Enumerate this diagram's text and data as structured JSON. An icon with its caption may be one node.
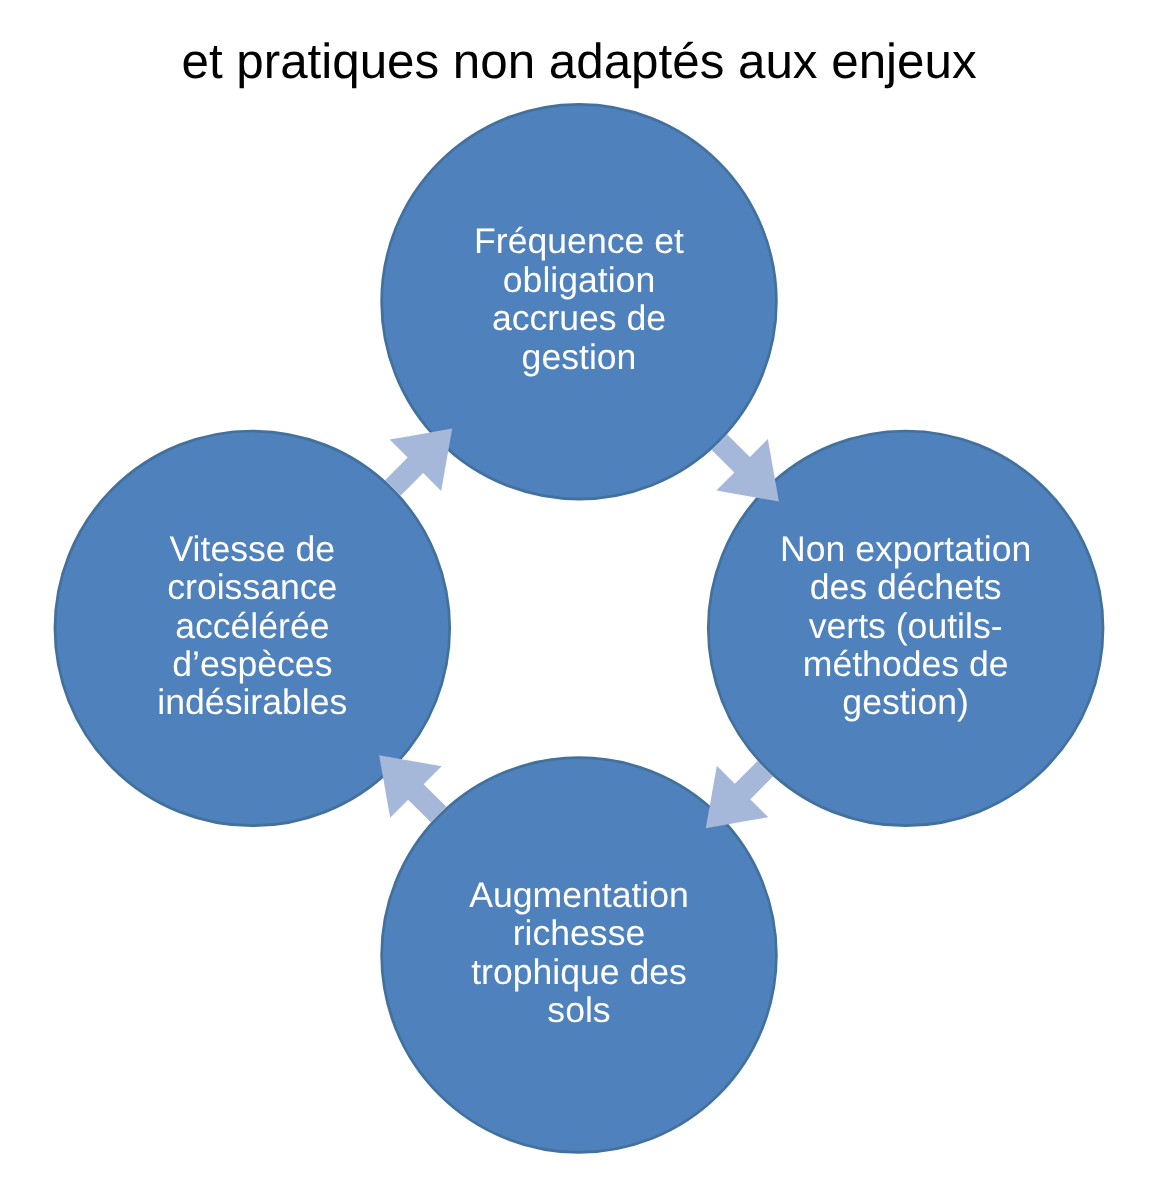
{
  "diagram": {
    "title": "et pratiques non adaptés aux enjeux",
    "nodes": [
      {
        "text": [
          "Augmentation richesse trophique des sols"
        ]
      },
      {
        "text": [
          "Vitesse de croissance accélérée d’espèces indésirables"
        ]
      },
      {
        "text": [
          "Fréquence et obligation accrues de gestion"
        ]
      },
      {
        "text": [
          "Non exportation des déchets verts (outils-méthodes de gestion)"
        ]
      }
    ],
    "edges": [
      {
        "from": 0,
        "to": 1,
        "arrow": "to"
      },
      {
        "from": 1,
        "to": 2,
        "arrow": "to"
      },
      {
        "from": 2,
        "to": 3,
        "arrow": "to"
      },
      {
        "from": 3,
        "to": 0,
        "arrow": "to"
      }
    ]
  }
}
